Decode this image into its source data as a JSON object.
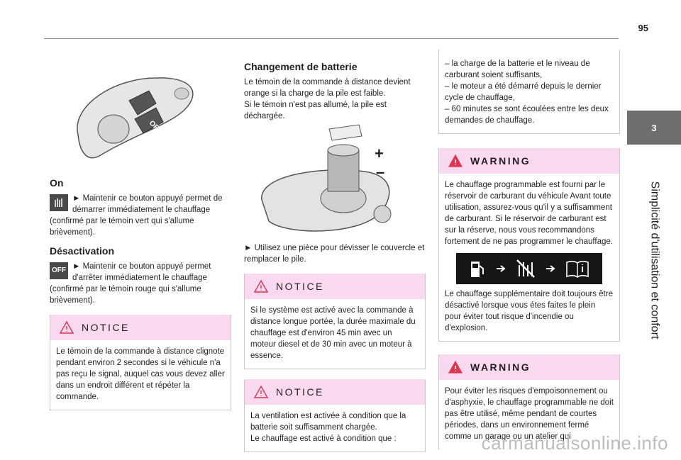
{
  "page": {
    "number": "95"
  },
  "sidebar": {
    "chapter_number": "3",
    "chapter_title": "Simplicité d'utilisation et confort"
  },
  "col1": {
    "on_heading": "On",
    "on_icon": "heater-icon",
    "on_text_first": "► Maintenir ce bouton appuyé permet de démarrer immédiatement le chauffage",
    "on_text_rest": "(confirmé par le témoin vert qui s'allume brièvement).",
    "deact_heading": "Désactivation",
    "deact_icon_label": "OFF",
    "deact_text_first": "► Maintenir ce bouton appuyé permet d'arrêter immédiatement le chauffage",
    "deact_text_rest": "(confirmé par le témoin rouge qui s'allume brièvement).",
    "notice_label": "NOTICE",
    "notice_text": "Le témoin de la commande à distance clignote pendant environ 2 secondes si le véhicule n'a pas reçu le signal, auquel cas vous devez aller dans un endroit différent et répéter la commande."
  },
  "col2": {
    "battery_heading": "Changement de batterie",
    "battery_text": "Le témoin de la commande à distance devient orange si la charge de la pile est faible.\nSi le témoin n'est pas allumé, la pile est déchargée.",
    "plus_sign": "+",
    "minus_sign": "–",
    "coin_text": "► Utilisez une pièce pour dévisser le couvercle et remplacer le pile.",
    "notice1_label": "NOTICE",
    "notice1_text": "Si le système est activé avec la commande à distance longue portée, la durée maximale du chauffage est d'environ 45 min avec un moteur diesel et de 30 min avec un moteur à essence.",
    "notice2_label": "NOTICE",
    "notice2_text": "La ventilation est activée à condition que la batterie soit suffisamment chargée.\nLe chauffage est activé à condition que :"
  },
  "col3": {
    "conditions_text": "– la charge de la batterie et le niveau de carburant soient suffisants,\n– le moteur a été démarré depuis le dernier cycle de chauffage,\n– 60 minutes se sont écoulées entre les deux demandes de chauffage.",
    "warning1_label": "WARNING",
    "warning1_text": "Le chauffage programmable est fourni par le réservoir de carburant du véhicule Avant toute utilisation, assurez-vous qu'il y a suffisamment de carburant. Si le réservoir de carburant est sur la réserve, nous vous recommandons fortement de ne pas programmer le chauffage.",
    "warning1_icons": [
      "fuel-pump-icon",
      "arrow-right-icon",
      "heater-crossed-icon",
      "arrow-right-icon",
      "manual-book-icon"
    ],
    "warning1_text2": "Le chauffage supplémentaire doit toujours être désactivé lorsque vous étes faites le plein pour éviter tout risque d'incendie ou d'explosion.",
    "warning2_label": "WARNING",
    "warning2_text": "Pour éviter les risques d'empoisonnement ou d'asphyxie, le chauffage programmable ne doit pas être utilisé, même pendant de courtes périodes, dans un environnement fermé comme un garage ou un atelier qui"
  },
  "watermark": "carmanualsonline.info",
  "colors": {
    "notice_bg": "#f8d9ef",
    "tab_bg": "#6f6f6f",
    "warning_triangle": "#e0344f"
  }
}
